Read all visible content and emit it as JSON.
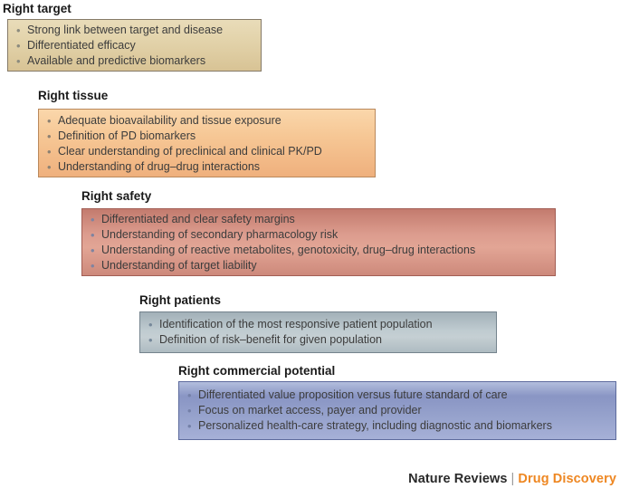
{
  "figure": {
    "sections": [
      {
        "id": "right-target",
        "title": "Right target",
        "items": [
          "Strong link between target and disease",
          "Differentiated efficacy",
          "Available and predictive biomarkers"
        ]
      },
      {
        "id": "right-tissue",
        "title": "Right tissue",
        "items": [
          "Adequate bioavailability and tissue exposure",
          "Definition of PD biomarkers",
          "Clear understanding of preclinical and clinical PK/PD",
          "Understanding of drug–drug interactions"
        ]
      },
      {
        "id": "right-safety",
        "title": "Right safety",
        "items": [
          "Differentiated and clear safety margins",
          "Understanding of secondary pharmacology risk",
          "Understanding of reactive metabolites, genotoxicity, drug–drug interactions",
          "Understanding of target liability"
        ]
      },
      {
        "id": "right-patients",
        "title": "Right patients",
        "items": [
          "Identification of the most responsive patient population",
          "Definition of risk–benefit for given population"
        ]
      },
      {
        "id": "right-commercial-potential",
        "title": "Right commercial potential",
        "items": [
          "Differentiated value proposition versus future standard of care",
          "Focus on market access, payer and provider",
          "Personalized health-care strategy, including diagnostic and biomarkers"
        ]
      }
    ],
    "footer": {
      "journal": "Nature Reviews",
      "separator": "|",
      "publication": "Drug Discovery"
    },
    "colors": {
      "target_box": "#e2d2a9",
      "tissue_box": "#f6c795",
      "safety_box": "#dc9c8e",
      "patients_box": "#bfcbd0",
      "commercial_box": "#96a2cc",
      "footer_accent": "#ee8722"
    }
  }
}
